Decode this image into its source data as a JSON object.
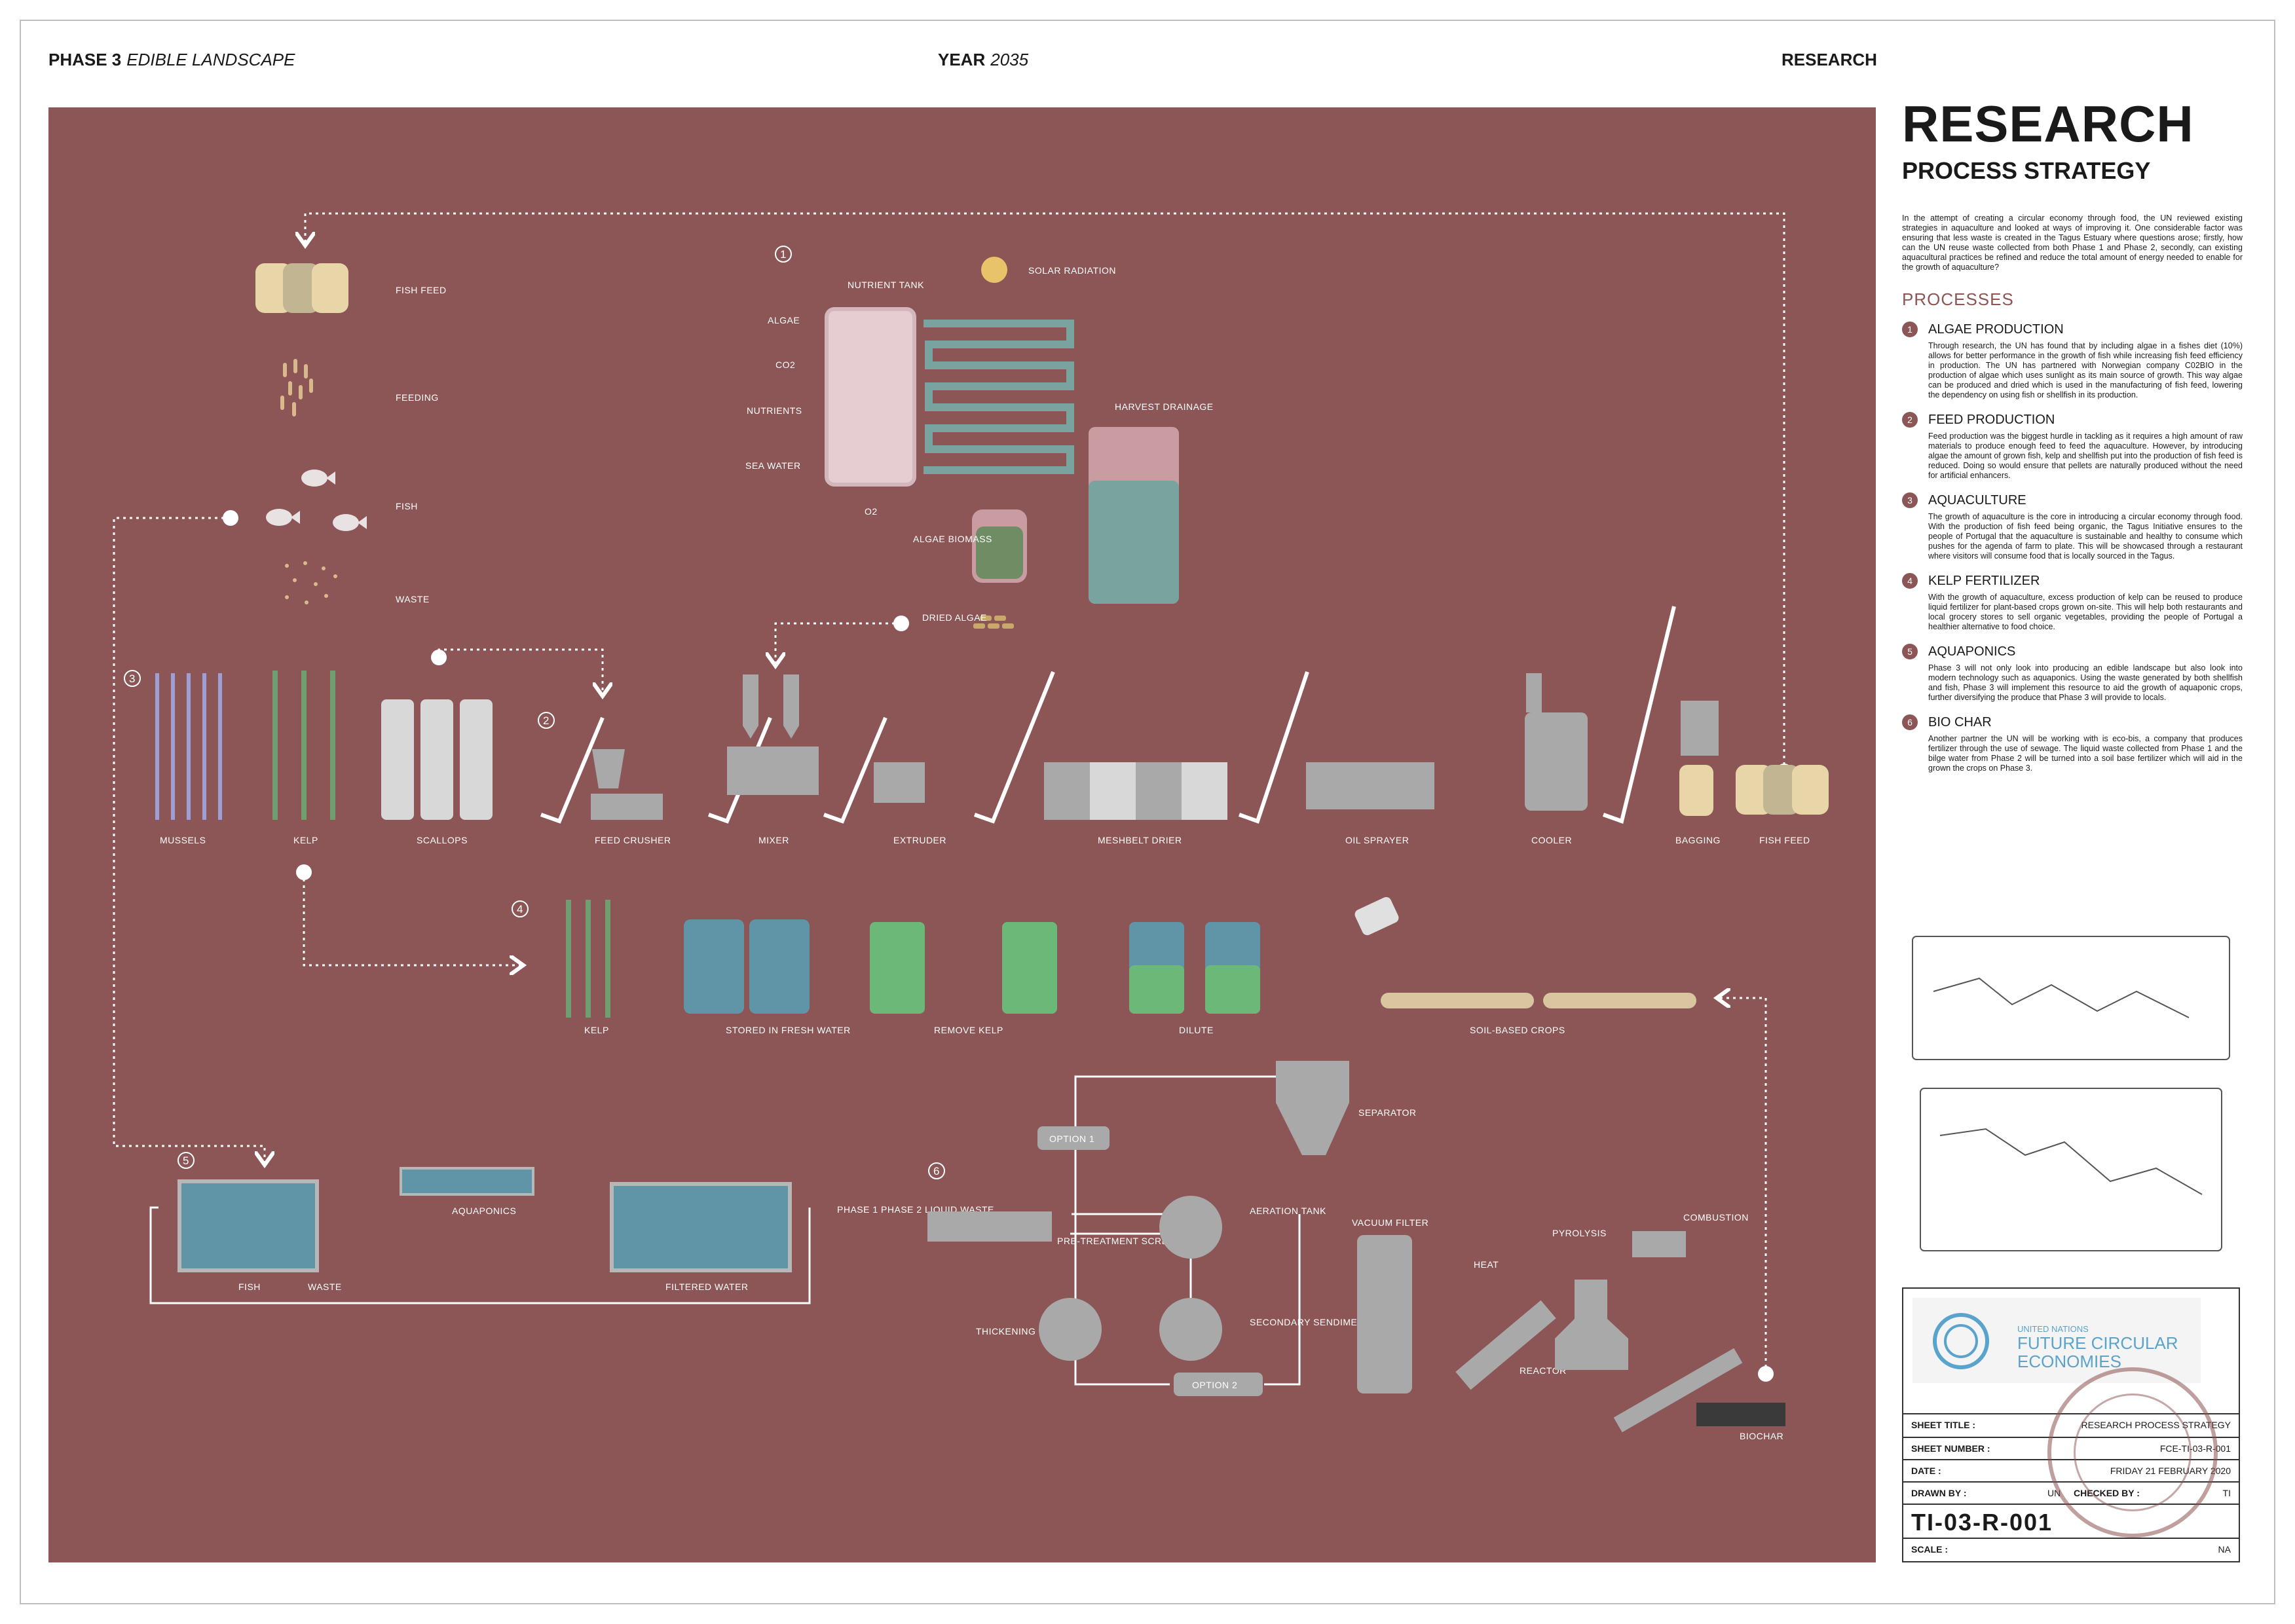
{
  "header": {
    "phase_label": "PHASE 3",
    "phase_name": "EDIBLE LANDSCAPE",
    "year_label": "YEAR",
    "year_value": "2035",
    "section": "RESEARCH"
  },
  "sidebar": {
    "title": "RESEARCH",
    "subtitle": "PROCESS STRATEGY",
    "intro": "In the attempt of creating a circular economy through food, the UN reviewed existing strategies in aquaculture and looked at ways of improving it. One considerable factor was ensuring that less waste is created in the Tagus Estuary where questions arose; firstly, how can the UN reuse waste collected from both Phase 1 and Phase 2, secondly, can existing aquacultural practices be refined and reduce the total amount of energy needed to enable for the growth of aquaculture?",
    "processes_heading": "PROCESSES",
    "processes": [
      {
        "num": "1",
        "title": "ALGAE PRODUCTION",
        "text": "Through research, the UN has found that by including algae in a fishes diet (10%) allows for better performance in the growth of fish while increasing fish feed efficiency in production. The UN has partnered with Norwegian company C02BIO in the production of algae which uses sunlight as its main source of growth. This way algae can be produced and dried which is used in the manufacturing of fish feed, lowering the dependency on using fish or shellfish in its production."
      },
      {
        "num": "2",
        "title": "FEED PRODUCTION",
        "text": "Feed production was the biggest hurdle in tackling as it requires a high amount of raw materials to produce enough feed to feed the aquaculture. However, by introducing algae the amount of grown fish, kelp and shellfish put into the production of fish feed is reduced. Doing so would ensure that pellets are naturally produced without the need for artificial enhancers."
      },
      {
        "num": "3",
        "title": "AQUACULTURE",
        "text": "The growth of aquaculture is the core in introducing a circular economy through food. With the production of fish feed being organic, the Tagus Initiative ensures to the people of Portugal that the aquaculture is sustainable and healthy to consume which pushes for the agenda of farm to plate. This will be showcased through a restaurant where visitors will consume food that is locally sourced in the Tagus."
      },
      {
        "num": "4",
        "title": "KELP FERTILIZER",
        "text": "With the growth of aquaculture, excess production of kelp can be reused to produce liquid fertilizer for plant-based crops grown on-site. This will help both restaurants and local grocery stores to sell organic vegetables, providing the people of Portugal a healthier alternative to food choice."
      },
      {
        "num": "5",
        "title": "AQUAPONICS",
        "text": "Phase 3 will not only look into producing an edible landscape but also look into modern technology such as aquaponics. Using the waste generated by both shellfish and fish, Phase 3 will implement this resource to aid the growth of aquaponic crops, further diversifying the produce that Phase 3 will provide to locals."
      },
      {
        "num": "6",
        "title": "BIO CHAR",
        "text": "Another partner the UN will be working with is eco-bis, a company that produces fertilizer through the use of sewage. The liquid waste collected from Phase 1 and the bilge water from Phase 2 will be turned into a soil base fertilizer which will aid in the grown the crops on Phase 3."
      }
    ]
  },
  "diagram": {
    "labels": {
      "fish_feed_top": "FISH FEED",
      "feeding": "FEEDING",
      "fish": "FISH",
      "waste": "WASTE",
      "nutrient_tank": "NUTRIENT TANK",
      "solar_radiation": "SOLAR RADIATION",
      "algae": "ALGAE",
      "co2": "CO2",
      "nutrients": "NUTRIENTS",
      "sea_water": "SEA WATER",
      "o2": "O2",
      "harvest_drainage": "HARVEST DRAINAGE",
      "algae_biomass": "ALGAE BIOMASS",
      "dried_algae": "DRIED ALGAE",
      "mussels": "MUSSELS",
      "kelp": "KELP",
      "scallops": "SCALLOPS",
      "feed_crusher": "FEED CRUSHER",
      "mixer": "MIXER",
      "extruder": "EXTRUDER",
      "meshbelt_drier": "MESHBELT DRIER",
      "oil_sprayer": "OIL SPRAYER",
      "cooler": "COOLER",
      "bagging": "BAGGING",
      "fish_feed_end": "FISH FEED",
      "kelp_4": "KELP",
      "stored_fresh_water": "STORED IN FRESH WATER",
      "remove_kelp": "REMOVE KELP",
      "dilute": "DILUTE",
      "soil_based_crops": "SOIL-BASED CROPS",
      "aquaponics": "AQUAPONICS",
      "fish_5": "FISH",
      "waste_5": "WASTE",
      "filtered_water": "FILTERED WATER",
      "phase_liquid_waste": "PHASE 1 PHASE 2 LIQUID WASTE",
      "pre_treatment": "PRE-TREATMENT SCREENING",
      "option1": "OPTION 1",
      "option2": "OPTION 2",
      "separator": "SEPARATOR",
      "aeration_tank": "AERATION TANK",
      "thickening": "THICKENING",
      "secondary_sediment": "SECONDARY SENDIMENT",
      "vacuum_filter": "VACUUM FILTER",
      "heat": "HEAT",
      "pyrolysis": "PYROLYSIS",
      "combustion": "COMBUSTION",
      "reactor": "REACTOR",
      "biochar": "BIOCHAR"
    },
    "step_numbers": [
      "1",
      "2",
      "3",
      "4",
      "5",
      "6"
    ],
    "colors": {
      "panel": "#8c5656",
      "machine": "#a9a9a9",
      "tank_pink": "#e6cdd2",
      "pipe": "#79a39e",
      "water": "#5f95a6",
      "green": "#6cb879",
      "sand": "#e8d6a8"
    }
  },
  "title_block": {
    "org_small": "UNITED NATIONS",
    "org_line1": "FUTURE CIRCULAR",
    "org_line2": "ECONOMIES",
    "sheet_title_label": "SHEET TITLE :",
    "sheet_title_value": "RESEARCH PROCESS STRATEGY",
    "sheet_number_label": "SHEET NUMBER :",
    "sheet_number_value": "FCE-TI-03-R-001",
    "date_label": "DATE :",
    "date_value": "FRIDAY 21 FEBRUARY 2020",
    "drawn_by_label": "DRAWN BY :",
    "drawn_by_value": "UN",
    "checked_by_label": "CHECKED BY :",
    "checked_by_value": "TI",
    "code": "TI-03-R-001",
    "scale_label": "SCALE :",
    "scale_value": "NA"
  }
}
